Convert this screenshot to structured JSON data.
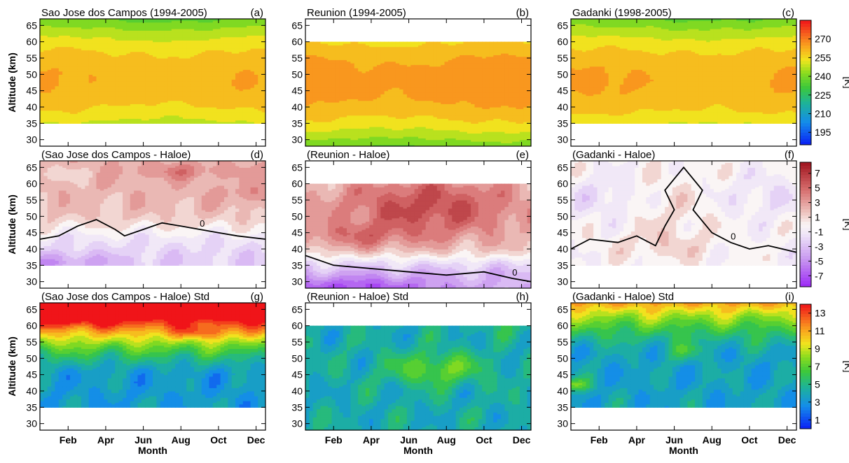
{
  "chart_data": {
    "type": "heatmap",
    "months": [
      "Feb",
      "Apr",
      "Jun",
      "Aug",
      "Oct",
      "Dec"
    ],
    "altitude_ticks": [
      30,
      35,
      40,
      45,
      50,
      55,
      60,
      65
    ],
    "xlabel": "Month",
    "ylabel": "Altitude (km)",
    "ylim": [
      28,
      67
    ],
    "xlim": [
      0.5,
      12.5
    ],
    "rows": [
      {
        "colorbar": {
          "ticks": [
            195,
            210,
            225,
            240,
            255,
            270
          ],
          "unit": "[K]",
          "range": [
            185,
            285
          ]
        },
        "panels": [
          {
            "title": "Sao Jose dos Campos (1994-2005)",
            "letter": "(a)",
            "alt_range": [
              35,
              67
            ]
          },
          {
            "title": "Reunion (1994-2005)",
            "letter": "(b)",
            "alt_range": [
              28,
              60
            ]
          },
          {
            "title": "Gadanki (1998-2005)",
            "letter": "(c)",
            "alt_range": [
              35,
              67
            ]
          }
        ]
      },
      {
        "colorbar": {
          "ticks": [
            7,
            5,
            3,
            1,
            -1,
            -3,
            -5,
            -7
          ],
          "unit": "[K]",
          "range": [
            -8.5,
            8.5
          ]
        },
        "panels": [
          {
            "title": "(Sao Jose dos Campos - Haloe)",
            "letter": "(d)",
            "alt_range": [
              35,
              67
            ],
            "contour_label": "0"
          },
          {
            "title": "(Reunion - Haloe)",
            "letter": "(e)",
            "alt_range": [
              28,
              60
            ],
            "contour_label": "0"
          },
          {
            "title": "(Gadanki - Haloe)",
            "letter": "(f)",
            "alt_range": [
              35,
              67
            ],
            "contour_label": "0"
          }
        ]
      },
      {
        "colorbar": {
          "ticks": [
            13,
            11,
            9,
            7,
            5,
            3,
            1
          ],
          "unit": "[K]",
          "range": [
            0,
            14
          ]
        },
        "panels": [
          {
            "title": "(Sao Jose dos Campos - Haloe) Std",
            "letter": "(g)",
            "alt_range": [
              35,
              67
            ]
          },
          {
            "title": "(Reunion - Haloe) Std",
            "letter": "(h)",
            "alt_range": [
              28,
              60
            ]
          },
          {
            "title": "(Gadanki - Haloe) Std",
            "letter": "(i)",
            "alt_range": [
              35,
              67
            ]
          }
        ]
      }
    ]
  }
}
